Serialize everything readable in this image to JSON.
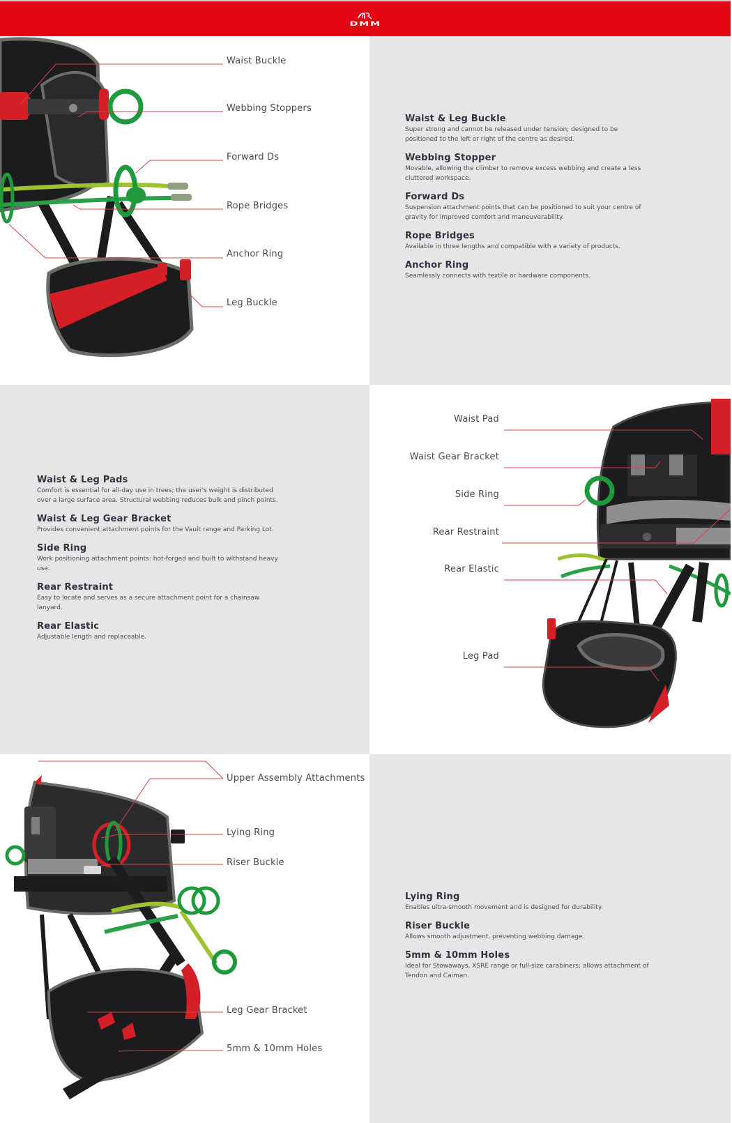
{
  "header": {
    "brand": "DMM",
    "brand_color": "#e30613"
  },
  "section1": {
    "callouts": [
      {
        "label": "Waist Buckle"
      },
      {
        "label": "Webbing Stoppers"
      },
      {
        "label": "Forward Ds"
      },
      {
        "label": "Rope Bridges"
      },
      {
        "label": "Anchor Ring"
      },
      {
        "label": "Leg Buckle"
      }
    ],
    "features": [
      {
        "title": "Waist & Leg Buckle",
        "desc": "Super strong and cannot be released under tension; designed to be positioned to the left or right of the centre as desired."
      },
      {
        "title": "Webbing Stopper",
        "desc": "Movable, allowing the climber to remove excess webbing and create a less cluttered workspace."
      },
      {
        "title": "Forward Ds",
        "desc": "Suspension attachment points that can be positioned to suit your centre of gravity for improved comfort and maneuverability."
      },
      {
        "title": "Rope Bridges",
        "desc": "Available in three lengths and compatible with a variety of products."
      },
      {
        "title": "Anchor Ring",
        "desc": "Seamlessly connects with textile or hardware components."
      }
    ]
  },
  "section2": {
    "callouts": [
      {
        "label": "Waist Pad"
      },
      {
        "label": "Waist Gear Bracket"
      },
      {
        "label": "Side Ring"
      },
      {
        "label": "Rear Restraint"
      },
      {
        "label": "Rear Elastic"
      },
      {
        "label": "Leg Pad"
      }
    ],
    "features": [
      {
        "title": "Waist & Leg Pads",
        "desc": "Comfort is essential for all-day use in trees; the user's weight is distributed over a large surface area. Structural webbing reduces bulk and pinch points."
      },
      {
        "title": "Waist & Leg Gear Bracket",
        "desc": "Provides convenient attachment points for the Vault range and Parking Lot."
      },
      {
        "title": "Side Ring",
        "desc": "Work positioning attachment points: hot-forged and built to withstand heavy use."
      },
      {
        "title": "Rear Restraint",
        "desc": "Easy to locate and serves as a secure attachment point for a chainsaw lanyard."
      },
      {
        "title": "Rear Elastic",
        "desc": "Adjustable length and replaceable."
      }
    ]
  },
  "section3": {
    "callouts": [
      {
        "label": "Upper Assembly Attachments"
      },
      {
        "label": "Lying Ring"
      },
      {
        "label": "Riser Buckle"
      },
      {
        "label": "Leg Gear Bracket"
      },
      {
        "label": "5mm & 10mm Holes"
      }
    ],
    "features": [
      {
        "title": "Lying Ring",
        "desc": "Enables ultra-smooth movement and is designed for durability."
      },
      {
        "title": "Riser Buckle",
        "desc": "Allows smooth adjustment, preventing webbing damage."
      },
      {
        "title": "5mm & 10mm Holes",
        "desc": "Ideal for Stowaways, XSRE range or full-size carabiners; allows attachment of Tendon and Caiman."
      }
    ]
  },
  "colors": {
    "callout_line": "#d9404a",
    "panel_grey": "#e6e6e6",
    "harness_black": "#1c1c1e",
    "harness_grey": "#6b6d68",
    "accent_green": "#1e9a3c",
    "accent_red": "#d41f26"
  }
}
